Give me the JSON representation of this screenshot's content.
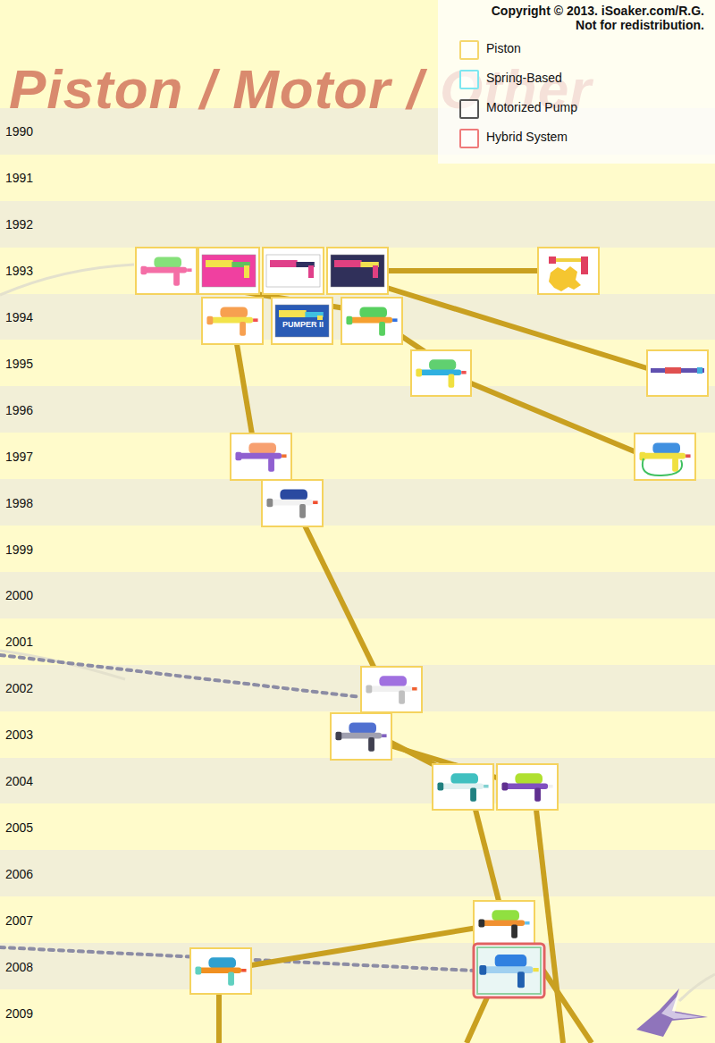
{
  "diagram": {
    "title": "Piston / Motor / Other",
    "nodes": [
      {
        "text": [
          "1990"
        ]
      },
      {
        "text": [
          "1991"
        ]
      },
      {
        "text": [
          "1992"
        ]
      },
      {
        "text": [
          "1993"
        ]
      },
      {
        "text": [
          "1994"
        ]
      },
      {
        "text": [
          "1995"
        ]
      },
      {
        "text": [
          "1996"
        ]
      },
      {
        "text": [
          "1997"
        ]
      },
      {
        "text": [
          "1998"
        ]
      },
      {
        "text": [
          "1999"
        ]
      },
      {
        "text": [
          "2000"
        ]
      },
      {
        "text": [
          "2001"
        ]
      },
      {
        "text": [
          "2002"
        ]
      },
      {
        "text": [
          "2003"
        ]
      },
      {
        "text": [
          "2004"
        ]
      },
      {
        "text": [
          "2005"
        ]
      },
      {
        "text": [
          "2006"
        ]
      },
      {
        "text": [
          "2007"
        ]
      },
      {
        "text": [
          "2008"
        ]
      },
      {
        "text": [
          "2009"
        ]
      }
    ],
    "labels": [
      "Copyright © 2013. iSoaker.com/R.G.",
      "Not for redistribution.",
      "PUMPER II"
    ],
    "legend": [
      {
        "text": "Piston",
        "color": "#f5d76e"
      },
      {
        "text": "Spring-Based",
        "color": "#7de6f0"
      },
      {
        "text": "Motorized Pump",
        "color": "#555555"
      },
      {
        "text": "Hybrid System",
        "color": "#ef7a7a"
      }
    ]
  }
}
